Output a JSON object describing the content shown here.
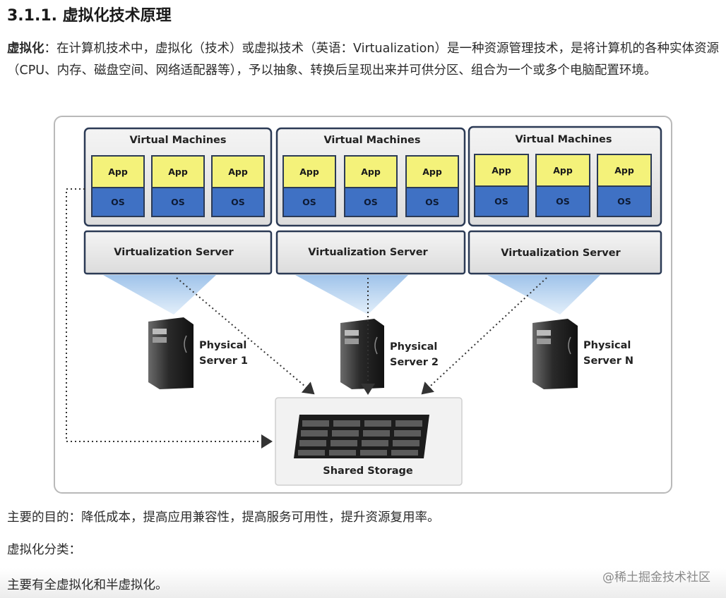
{
  "heading": "3.1.1. 虚拟化技术原理",
  "intro": {
    "term": "虚拟化",
    "text": "：在计算机技术中，虚拟化（技术）或虚拟技术（英语：Virtualization）是一种资源管理技术，是将计算机的各种实体资源（CPU、内存、磁盘空间、网络适配器等），予以抽象、转换后呈现出来并可供分区、组合为一个或多个电脑配置环境。"
  },
  "diagram": {
    "groups": [
      {
        "title": "Virtual Machines",
        "server": "Virtualization Server",
        "physical_line1": "Physical",
        "physical_line2": "Server 1"
      },
      {
        "title": "Virtual Machines",
        "server": "Virtualization Server",
        "physical_line1": "Physical",
        "physical_line2": "Server 2"
      },
      {
        "title": "Virtual Machines",
        "server": "Virtualization Server",
        "physical_line1": "Physical",
        "physical_line2": "Server N"
      }
    ],
    "app_label": "App",
    "os_label": "OS",
    "storage_label": "Shared Storage",
    "colors": {
      "app": "#f4f27a",
      "os": "#3f71c4",
      "panel": "#e6e6e6",
      "border": "#2b3a55",
      "cone": "#aecdec"
    }
  },
  "purpose": "主要的目的：降低成本，提高应用兼容性，提高服务可用性，提升资源复用率。",
  "category_title": "虚拟化分类：",
  "category_text": "主要有全虚拟化和半虚拟化。",
  "watermark": "@稀土掘金技术社区"
}
